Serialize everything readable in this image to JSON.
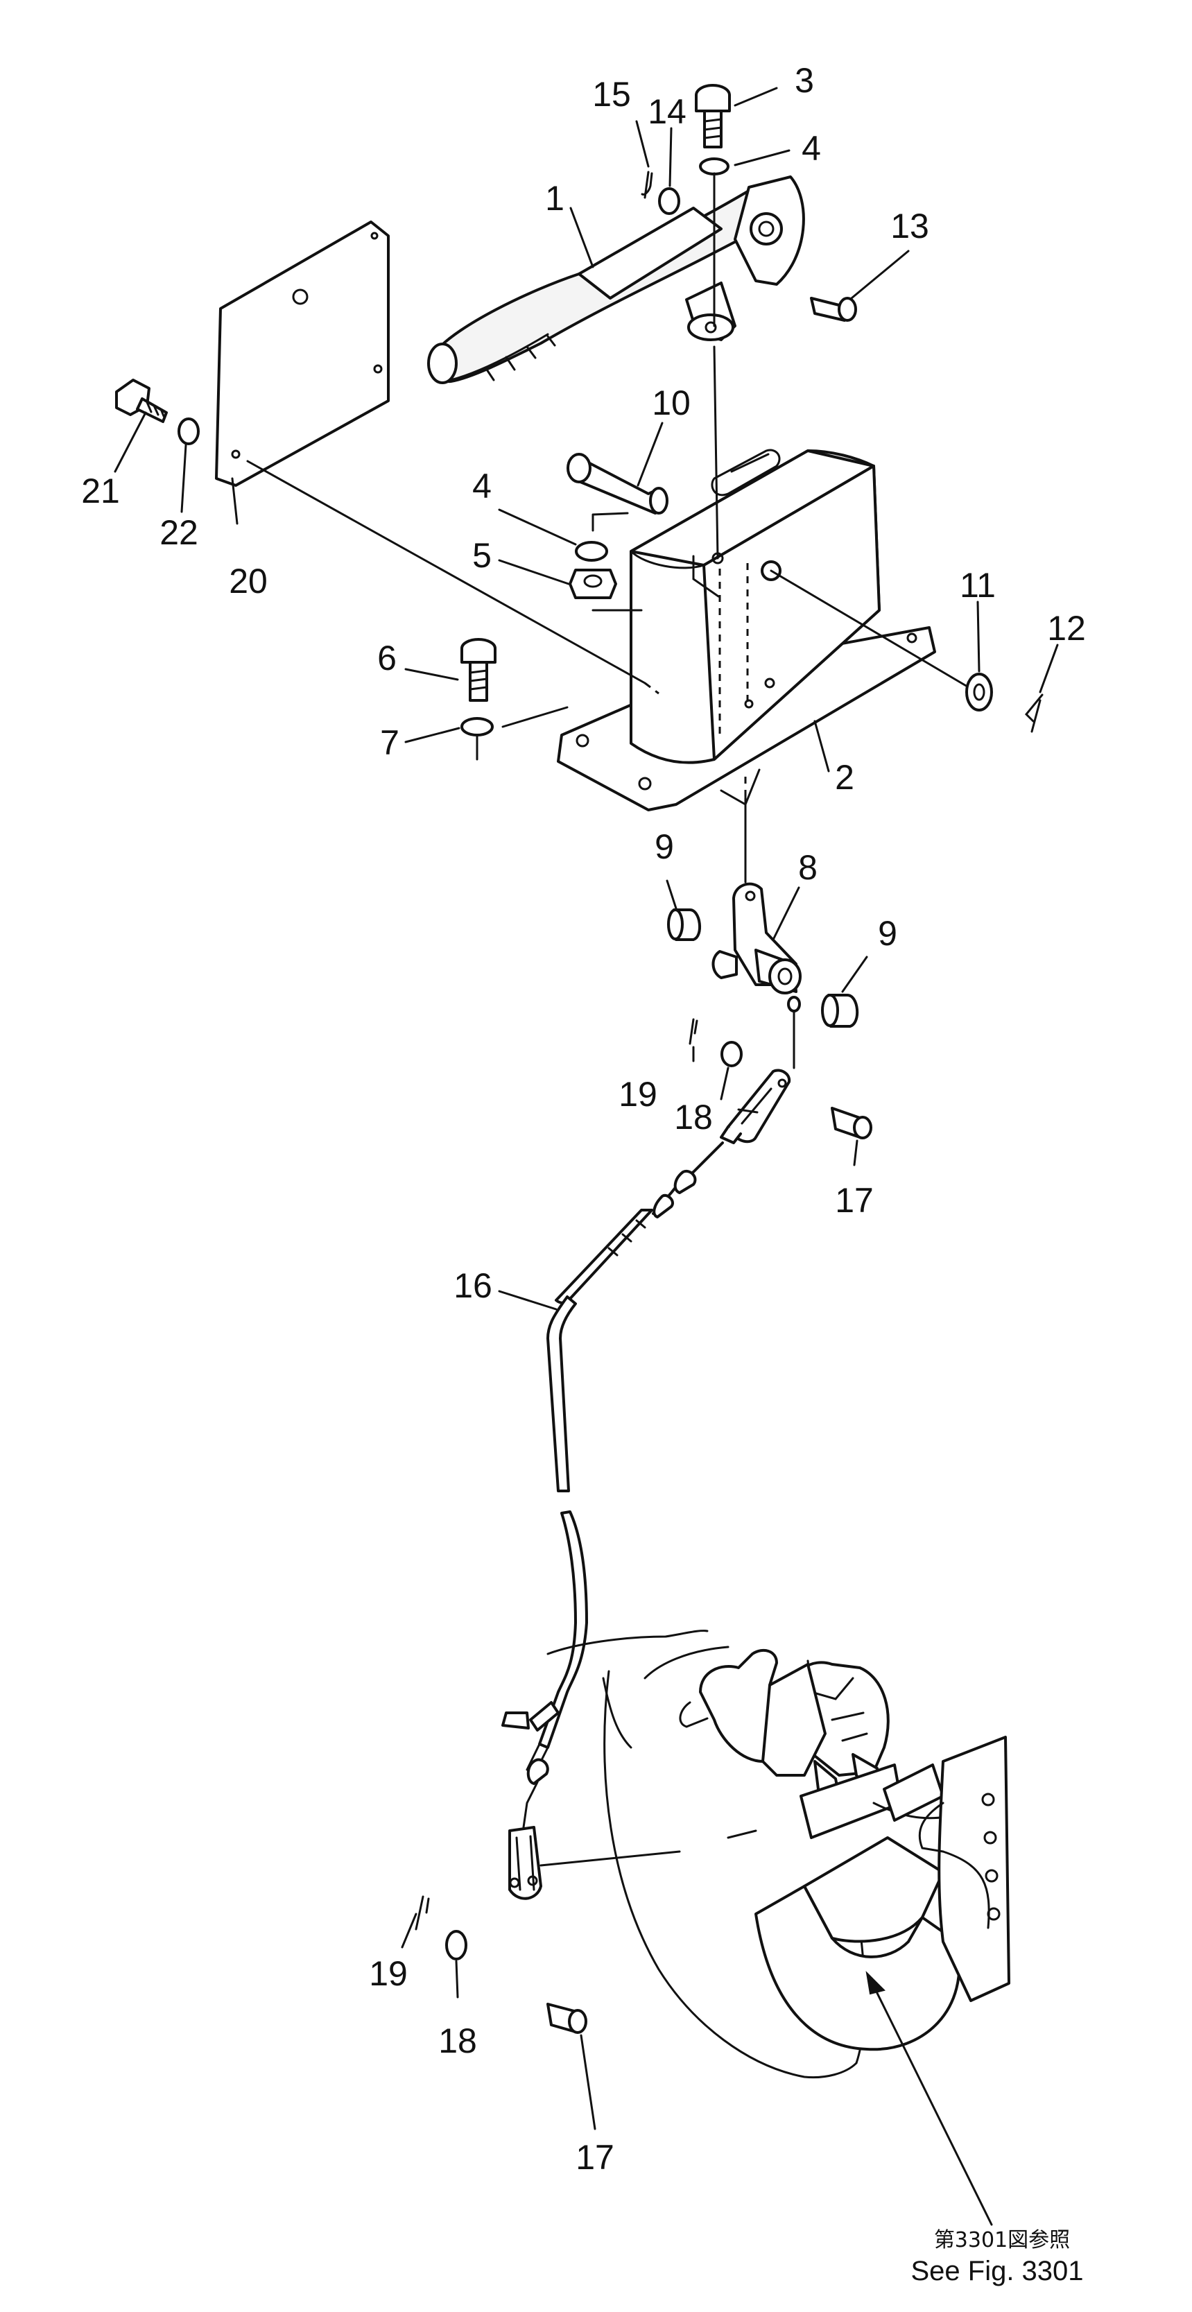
{
  "diagram": {
    "callouts": [
      "1",
      "2",
      "3",
      "4",
      "4",
      "5",
      "6",
      "7",
      "8",
      "9",
      "9",
      "10",
      "11",
      "12",
      "13",
      "14",
      "15",
      "16",
      "17",
      "17",
      "18",
      "18",
      "19",
      "19",
      "20",
      "21",
      "22"
    ],
    "reference": {
      "jp": "第3301図参照",
      "en": "See Fig. 3301"
    },
    "colors": {
      "line": "#111111",
      "background": "#ffffff"
    }
  }
}
